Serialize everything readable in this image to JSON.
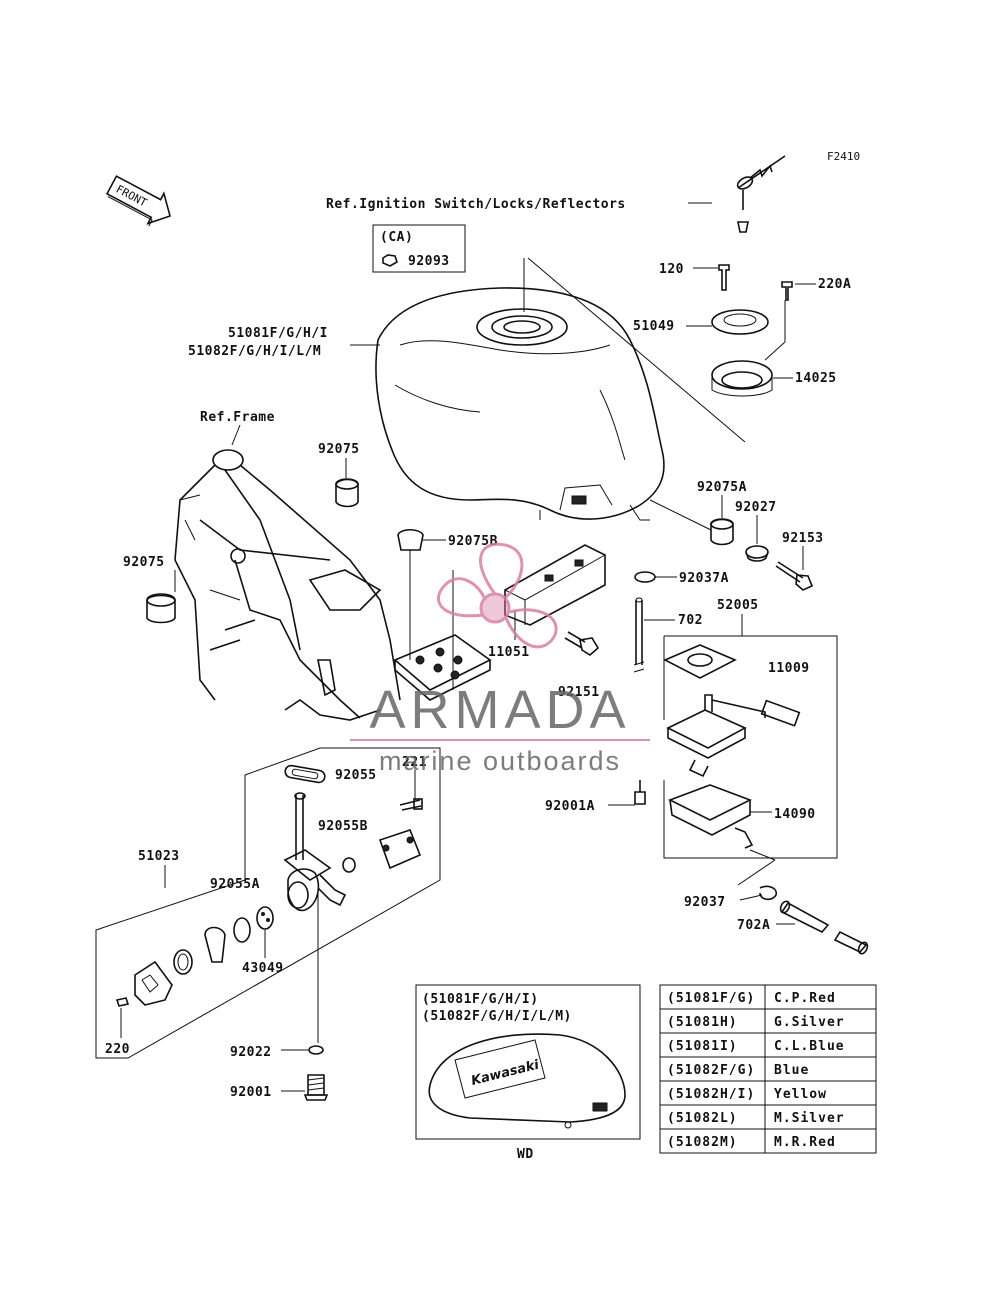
{
  "figure_id": "F2410",
  "refs": {
    "ignition": "Ref.Ignition Switch/Locks/Reflectors",
    "frame": "Ref.Frame",
    "front": "FRONT"
  },
  "ca_box": {
    "tag": "(CA)",
    "part": "92093"
  },
  "part_labels": {
    "tank_a": "51081F/G/H/I",
    "tank_b": "51082F/G/H/I/L/M",
    "p120": "120",
    "p220A": "220A",
    "p51049": "51049",
    "p14025": "14025",
    "p92075_top": "92075",
    "p92075_left": "92075",
    "p92075A": "92075A",
    "p92027": "92027",
    "p92153": "92153",
    "p92075B": "92075B",
    "p92037A": "92037A",
    "p702": "702",
    "p52005": "52005",
    "p11051": "11051",
    "p11009": "11009",
    "p92151": "92151",
    "p92001A": "92001A",
    "p14090": "14090",
    "p92037": "92037",
    "p702A": "702A",
    "p92055": "92055",
    "p221": "221",
    "p92055B": "92055B",
    "p51023": "51023",
    "p92055A": "92055A",
    "p43049": "43049",
    "p220": "220",
    "p92022": "92022",
    "p92001": "92001"
  },
  "inset": {
    "line1": "(51081F/G/H/I)",
    "line2": "(51082F/G/H/I/L/M)",
    "brand": "Kawasaki",
    "caption": "WD"
  },
  "color_table": [
    {
      "code": "(51081F/G)",
      "color": "C.P.Red"
    },
    {
      "code": "(51081H)",
      "color": "G.Silver"
    },
    {
      "code": "(51081I)",
      "color": "C.L.Blue"
    },
    {
      "code": "(51082F/G)",
      "color": "Blue"
    },
    {
      "code": "(51082H/I)",
      "color": "Yellow"
    },
    {
      "code": "(51082L)",
      "color": "M.Silver"
    },
    {
      "code": "(51082M)",
      "color": "M.R.Red"
    }
  ],
  "watermark": {
    "brand": "ARMADA",
    "tagline": "marine outboards",
    "accent_color": "#d97fa3"
  }
}
